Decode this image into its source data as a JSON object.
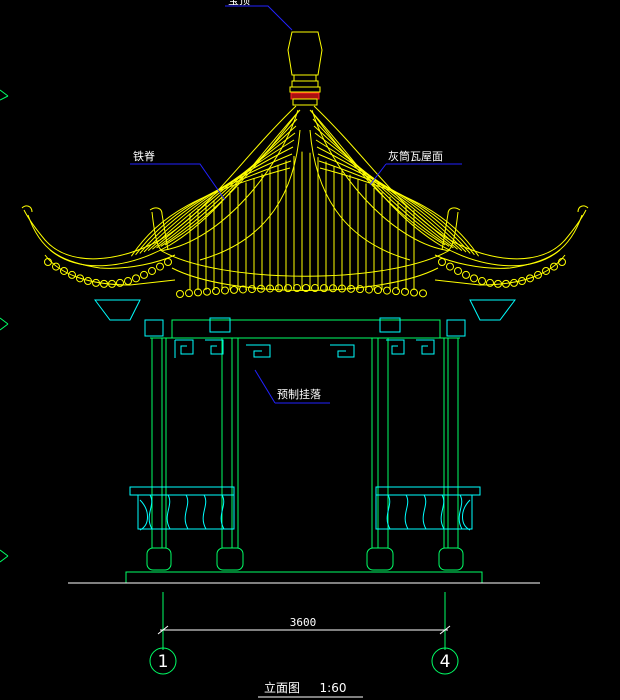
{
  "labels": {
    "top_finial": "宝顶",
    "left_ridge": "铁脊",
    "right_roof": "灰筒瓦屋面",
    "bracket": "预制挂落"
  },
  "dimension": "3600",
  "grid_axes": [
    "1",
    "4"
  ],
  "title": "立面图",
  "scale": "1:60",
  "colors": {
    "background": "#000000",
    "roof": "#ffff00",
    "structure": "#00ff66",
    "ornament": "#00ffff",
    "leader": "#2222ff",
    "accent": "#ff2222",
    "text": "#ffffff"
  }
}
